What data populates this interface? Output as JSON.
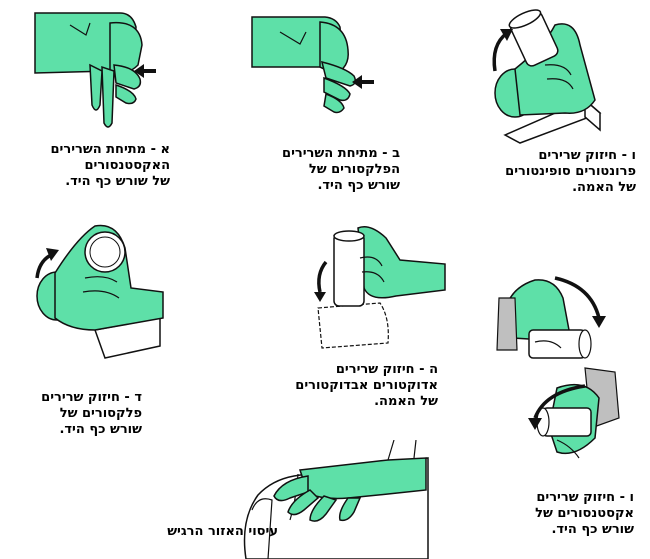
{
  "colors": {
    "skin": "#5ee0a8",
    "outline": "#111111",
    "object": "#ffffff",
    "texture": "#bfbfbf"
  },
  "captions": {
    "a": {
      "lines": [
        "א - מתיחת השרירים",
        "האקסטנסורים",
        "של שורש כף היד."
      ]
    },
    "b": {
      "lines": [
        "ב - מתיחת השרירים",
        "הפלקסורים של",
        "שורש כף היד."
      ]
    },
    "c": {
      "lines": [
        "ו - חיזוק שרירים",
        "פרונטורים סופינטורים",
        "של האמה."
      ]
    },
    "d": {
      "lines": [
        "ד - חיזוק שרירים",
        "פלקסורים של",
        "שורש כף היד."
      ]
    },
    "e": {
      "lines": [
        "ה - חיזוק שרירים",
        "אדוקטורים אבדוקטורים",
        "של האמה."
      ]
    },
    "f": {
      "lines": [
        "ו - חיזוק שרירים",
        "אקסטנסורים של",
        "שורש כף היד."
      ]
    },
    "g": {
      "lines": [
        "עיסוי האזור הרגיש"
      ]
    }
  },
  "icons": [
    "arrow-left-icon",
    "curved-arrow-icon"
  ]
}
